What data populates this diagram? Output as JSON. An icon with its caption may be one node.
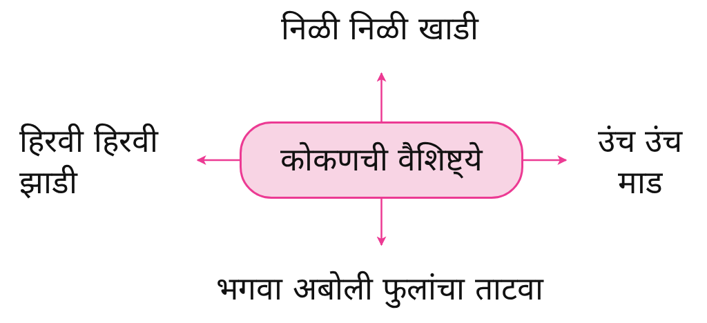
{
  "diagram": {
    "nodes": [
      {
        "text": [
          "निळी निळी खाडी"
        ]
      },
      {
        "text": [
          "हिरवी हिरवी झाडी"
        ]
      },
      {
        "text": [
          "कोकणची वैशिष्ट्ये"
        ]
      },
      {
        "text": [
          "उंच उंच माड"
        ]
      },
      {
        "text": [
          "भगवा अबोली फुलांचा ताटवा"
        ]
      }
    ],
    "edges": [
      {
        "from": 2,
        "to": 0,
        "arrow": "to"
      },
      {
        "from": 2,
        "to": 1,
        "arrow": "to"
      },
      {
        "from": 2,
        "to": 3,
        "arrow": "to"
      },
      {
        "from": 2,
        "to": 4,
        "arrow": "to"
      }
    ]
  }
}
